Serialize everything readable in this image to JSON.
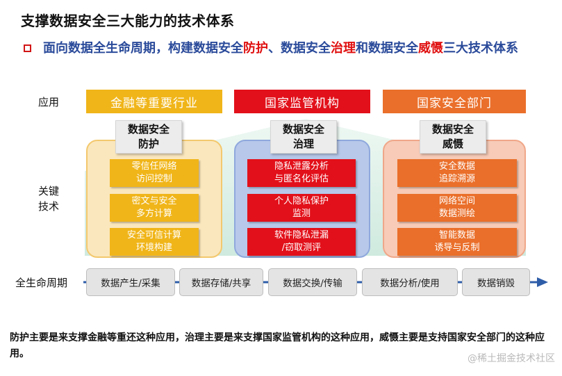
{
  "title": "支撑数据安全三大能力的技术体系",
  "subtitle": {
    "part1": "面向数据全生命周期，构建数据安全",
    "highlight1": "防护",
    "part2": "、数据安全",
    "highlight2": "治理",
    "part3": "和数据安全",
    "highlight3": "威慑",
    "part4": "三大技术体系"
  },
  "row_labels": {
    "application": "应用",
    "key_tech": "关键\n技术",
    "lifecycle": "全生命周期"
  },
  "applications": [
    "金融等重要行业",
    "国家监管机构",
    "国家安全部门"
  ],
  "capabilities": [
    {
      "title": "数据安全\n防护",
      "items": [
        "零信任网络\n访问控制",
        "密文与安全\n多方计算",
        "安全可信计算\n环境构建"
      ]
    },
    {
      "title": "数据安全\n治理",
      "items": [
        "隐私泄露分析\n与匿名化评估",
        "个人隐私保护\n监测",
        "软件隐私泄漏\n/窃取测评"
      ]
    },
    {
      "title": "数据安全\n威慑",
      "items": [
        "安全数据\n追踪溯源",
        "网络空间\n数据测绘",
        "智能数据\n诱导与反制"
      ]
    }
  ],
  "lifecycle_stages": [
    "数据产生/采集",
    "数据存储/共享",
    "数据交换/传输",
    "数据分析/使用",
    "数据销毁"
  ],
  "bottom_text": "防护主要是来支撑金融等重还这种应用，治理主要是来支撑国家监管机构的这种应用，威慑主要是支持国家安全部门的这种应用。",
  "watermark": "@稀土掘金技术社区",
  "colors": {
    "yellow": "#f0b519",
    "red": "#e2101a",
    "orange": "#ea6f2a",
    "blue_accent": "#2a4a9a",
    "house_bg": "#d9efe6",
    "arrow": "#2e5da8"
  }
}
